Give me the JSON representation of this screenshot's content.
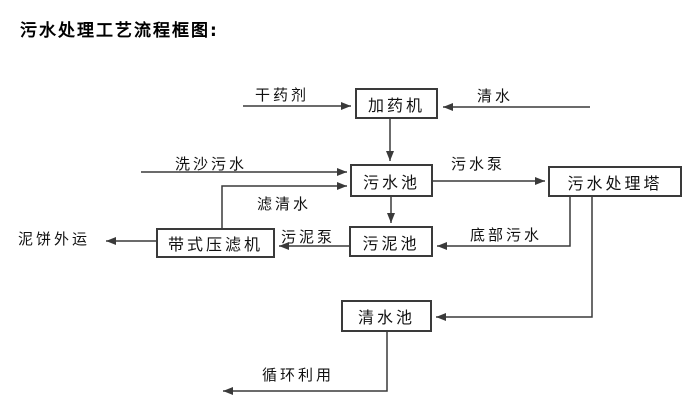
{
  "title": "污水处理工艺流程框图:",
  "colors": {
    "line": "#3a3a3a",
    "border": "#3a3a3a",
    "text": "#111111",
    "background": "#ffffff"
  },
  "nodes": {
    "dosing_machine": {
      "label": "加药机"
    },
    "sewage_pool": {
      "label": "污水池"
    },
    "treatment_tower": {
      "label": "污水处理塔"
    },
    "belt_filter_press": {
      "label": "带式压滤机"
    },
    "sludge_pool": {
      "label": "污泥池"
    },
    "clear_water_pool": {
      "label": "清水池"
    }
  },
  "flow_labels": {
    "dry_agent": "干药剂",
    "clean_water": "清水",
    "sand_wash_sewage": "洗沙污水",
    "filtered_water": "滤清水",
    "sewage_pump": "污水泵",
    "sludge_pump": "污泥泵",
    "bottom_sewage": "底部污水",
    "mud_cake_out": "泥饼外运",
    "recycle_use": "循环利用"
  },
  "edges": [
    {
      "from": "干药剂(外部)",
      "to": "加药机",
      "label": "干药剂"
    },
    {
      "from": "清水(外部)",
      "to": "加药机",
      "label": "清水"
    },
    {
      "from": "加药机",
      "to": "污水池",
      "label": ""
    },
    {
      "from": "洗沙污水(外部)",
      "to": "污水池",
      "label": "洗沙污水"
    },
    {
      "from": "带式压滤机",
      "to": "污水池",
      "label": "滤清水"
    },
    {
      "from": "污水池",
      "to": "污水处理塔",
      "label": "污水泵"
    },
    {
      "from": "污水池",
      "to": "污泥池",
      "label": ""
    },
    {
      "from": "污水处理塔",
      "to": "污泥池",
      "label": "底部污水"
    },
    {
      "from": "污泥池",
      "to": "带式压滤机",
      "label": "污泥泵"
    },
    {
      "from": "带式压滤机",
      "to": "泥饼外运",
      "label": "泥饼外运"
    },
    {
      "from": "污水处理塔",
      "to": "清水池",
      "label": ""
    },
    {
      "from": "清水池",
      "to": "循环利用",
      "label": "循环利用"
    }
  ]
}
